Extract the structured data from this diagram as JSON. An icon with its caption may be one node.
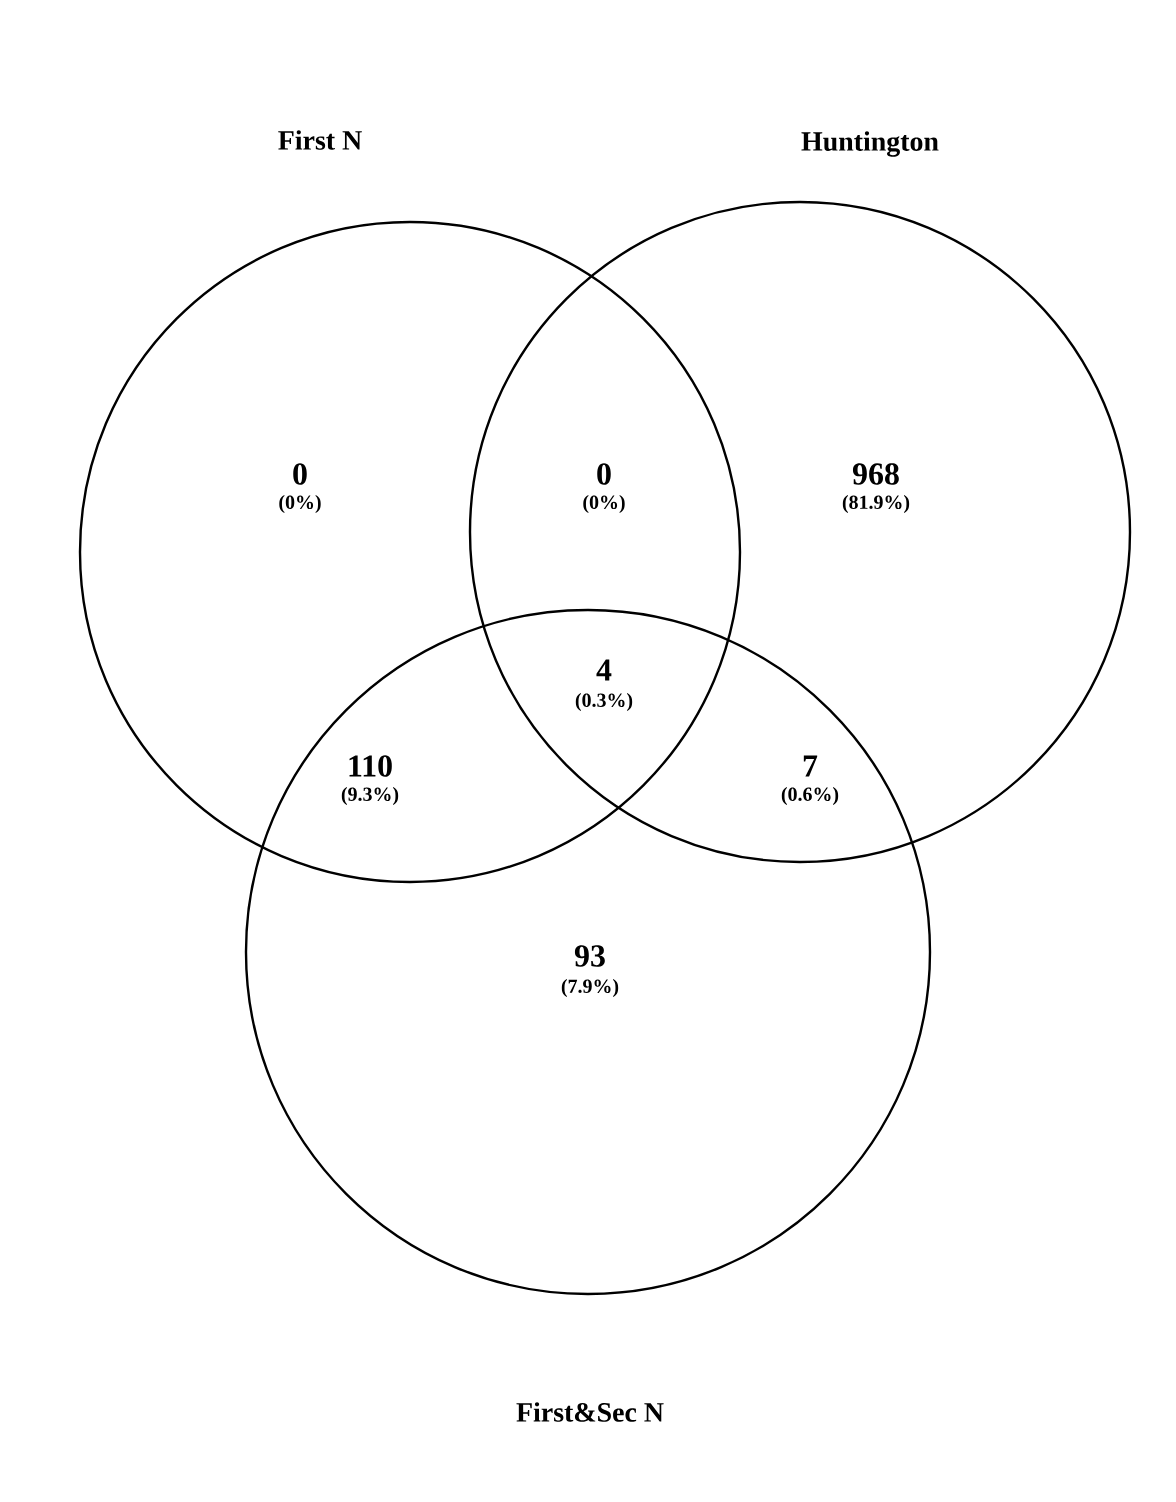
{
  "diagram": {
    "nodes": [
      {
        "text": [
          "First N"
        ]
      },
      {
        "text": [
          "Huntington"
        ]
      },
      {
        "text": [
          "First&Sec N"
        ]
      }
    ],
    "labels": [
      "0",
      "(0%)",
      "0",
      "(0%)",
      "968",
      "(81.9%)",
      "4",
      "(0.3%)",
      "110",
      "(9.3%)",
      "7",
      "(0.6%)",
      "93",
      "(7.9%)"
    ]
  }
}
